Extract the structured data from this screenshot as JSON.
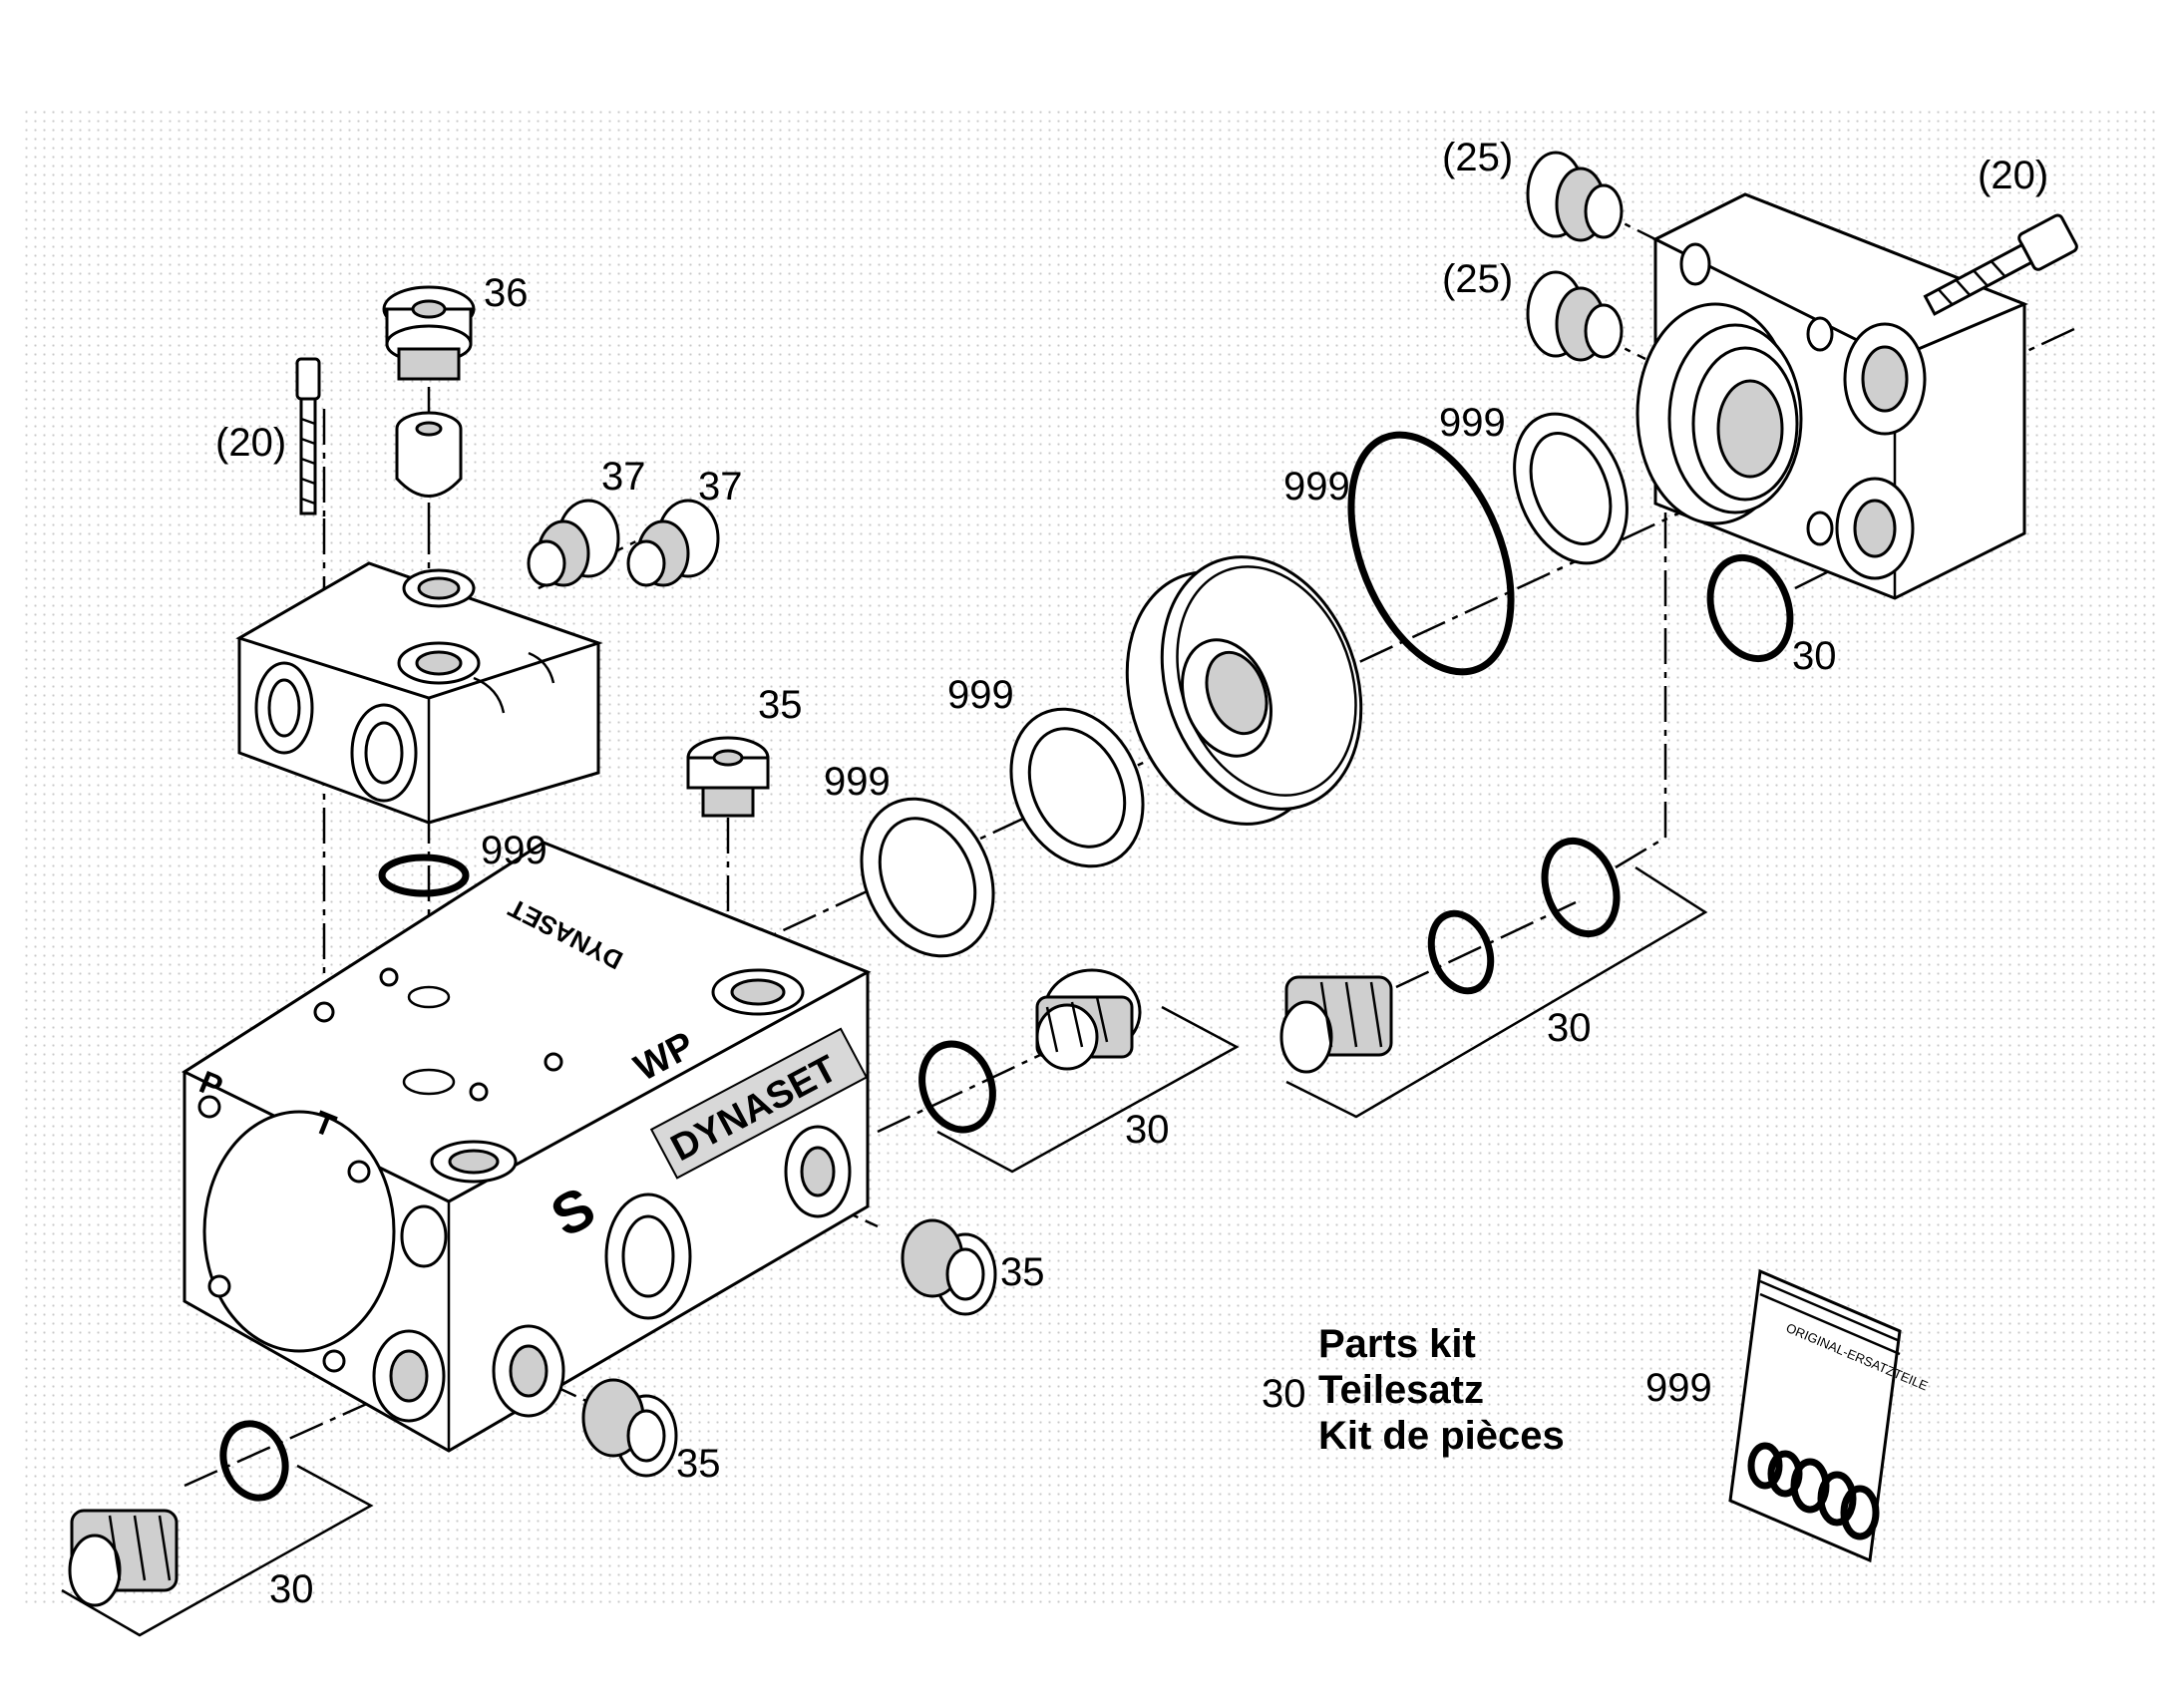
{
  "callouts": {
    "c20_left": "(20)",
    "c36": "36",
    "c37_a": "37",
    "c37_b": "37",
    "c35_top": "35",
    "c999_small": "999",
    "c999_a": "999",
    "c999_b": "999",
    "c999_c": "999",
    "c999_d": "999",
    "c25_a": "(25)",
    "c25_b": "(25)",
    "c20_right": "(20)",
    "c30_right": "30",
    "c30_mid_right": "30",
    "c30_mid": "30",
    "c35_right": "35",
    "c35_bottom": "35",
    "c30_bottom_left": "30",
    "c999_bag": "999"
  },
  "legend": {
    "number": "30",
    "line1": "Parts kit",
    "line2": "Teilesatz",
    "line3": "Kit de pièces"
  },
  "body_markings": {
    "brand_top": "DYNASET",
    "brand_side": "DYNASET",
    "port_p": "P",
    "port_t": "T",
    "port_wp": "WP",
    "port_s": "S",
    "bag_print": "ORIGINAL-ERSATZTEILE"
  }
}
